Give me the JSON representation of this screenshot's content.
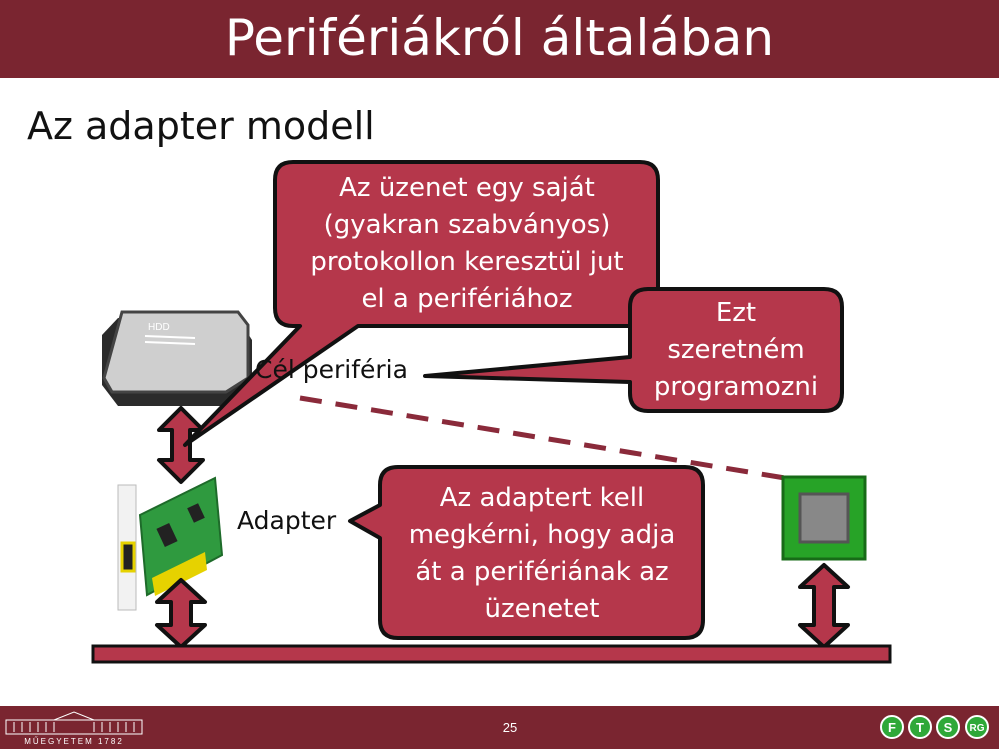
{
  "slide": {
    "title": "Perifériákról általában",
    "subtitle": "Az adapter modell",
    "page_number": "25"
  },
  "labels": {
    "peripheral": "Cél periféria",
    "adapter": "Adapter",
    "hdd": "HDD"
  },
  "callouts": {
    "protocol": "Az üzenet egy saját\n(gyakran szabványos)\nprotokollon keresztül jut\nel a perifériához",
    "program": "Ezt\nszeretném\nprogramozni",
    "adapter": "Az adaptert kell\nmegkérni, hogy adja\nát a perifériának az\nüzenetet"
  },
  "footer": {
    "university_caption": "MŰEGYETEM 1782",
    "logos": [
      "F",
      "T",
      "S",
      "RG"
    ]
  },
  "colors": {
    "title_bar": "#7a2530",
    "callout_fill": "#b5374b",
    "bus_fill": "#b5374b",
    "chip_green": "#27a327"
  }
}
